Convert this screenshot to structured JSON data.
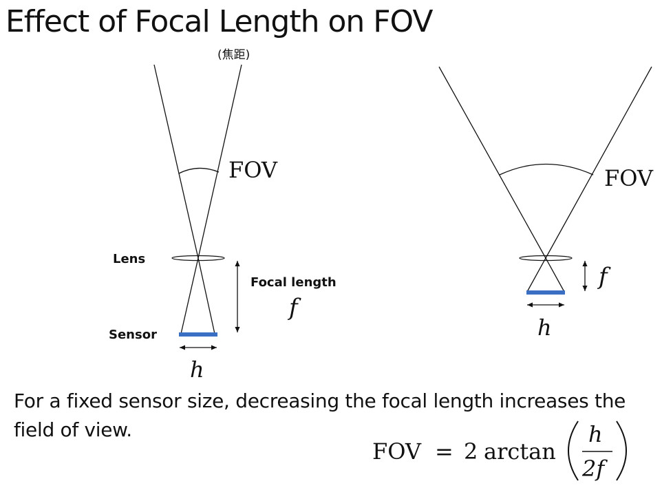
{
  "title": "Effect of Focal Length on FOV",
  "subtitle_cjk": "(焦距)",
  "diagram_left": {
    "fov_label": "FOV",
    "lens_label": "Lens",
    "focal_length_label": "Focal length",
    "f_symbol": "f",
    "sensor_label": "Sensor",
    "h_symbol": "h"
  },
  "diagram_right": {
    "fov_label": "FOV",
    "f_symbol": "f",
    "h_symbol": "h"
  },
  "caption": "For a fixed sensor size, decreasing the focal length increases the field of view.",
  "formula": {
    "lhs": "FOV",
    "eq": "=",
    "coef": "2",
    "func": "arctan",
    "numerator": "h",
    "denominator": "2f"
  },
  "colors": {
    "sensor": "#3a6fc4",
    "line": "#111111"
  }
}
